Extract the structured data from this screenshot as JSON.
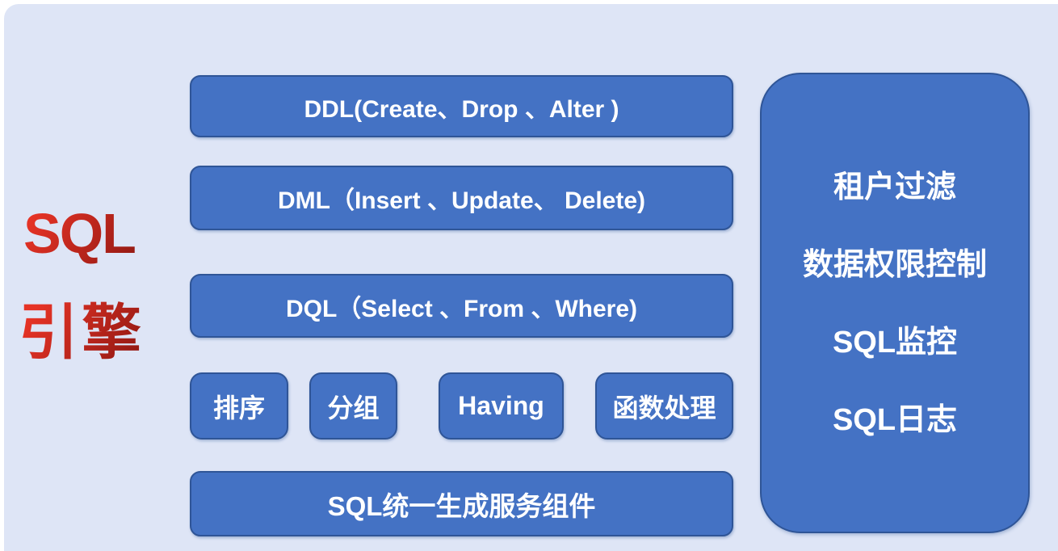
{
  "title": {
    "line1": "SQL",
    "line2": "引擎"
  },
  "colors": {
    "canvas_bg": "#dee5f6",
    "box_fill": "#4472c4",
    "box_border": "#2f5597",
    "box_text": "#ffffff",
    "title_grad_start": "#e63326",
    "title_grad_end": "#7c120e"
  },
  "statement_boxes": [
    {
      "label": "DDL(Create、Drop 、Alter )"
    },
    {
      "label": "DML（Insert 、Update、 Delete)"
    },
    {
      "label": "DQL（Select 、From 、Where)"
    }
  ],
  "clause_boxes": [
    {
      "label": "排序"
    },
    {
      "label": "分组"
    },
    {
      "label": "Having"
    },
    {
      "label": "函数处理"
    }
  ],
  "bottom_box": {
    "label": "SQL统一生成服务组件"
  },
  "side_panel": {
    "items": [
      {
        "label": "租户过滤"
      },
      {
        "label": "数据权限控制"
      },
      {
        "label": "SQL监控"
      },
      {
        "label": "SQL日志"
      }
    ]
  }
}
